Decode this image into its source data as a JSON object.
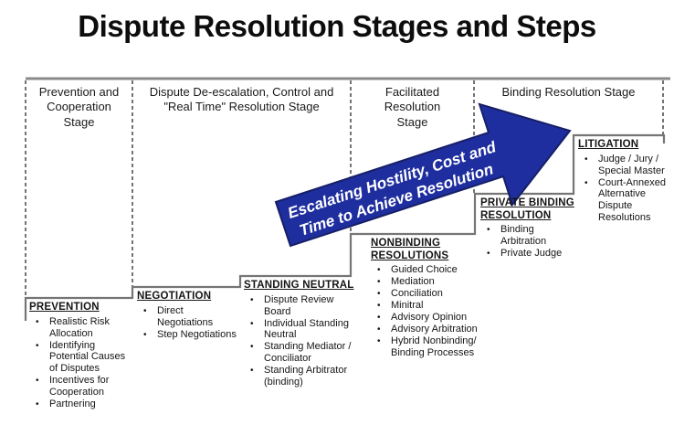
{
  "title": "Dispute Resolution Stages and Steps",
  "glyphs": {
    "bullet": "•"
  },
  "stages": [
    {
      "label": "Prevention and Cooperation Stage"
    },
    {
      "label": "Dispute De-escalation, Control and \"Real Time\" Resolution Stage"
    },
    {
      "label": "Facilitated Resolution Stage"
    },
    {
      "label": "Binding Resolution Stage"
    }
  ],
  "arrow": {
    "label_line1": "Escalating Hostility, Cost and",
    "label_line2": "Time to Achieve Resolution",
    "fill_color": "#1F2E9E"
  },
  "steps": [
    {
      "title": "PREVENTION",
      "items": [
        "Realistic Risk Allocation",
        "Identifying Potential Causes of Disputes",
        "Incentives for Cooperation",
        "Partnering"
      ]
    },
    {
      "title": "NEGOTIATION",
      "items": [
        "Direct Negotiations",
        "Step Negotiations"
      ]
    },
    {
      "title": "STANDING NEUTRAL",
      "items": [
        "Dispute Review Board",
        "Individual Standing Neutral",
        "Standing Mediator / Conciliator",
        "Standing Arbitrator (binding)"
      ]
    },
    {
      "title": "NONBINDING RESOLUTIONS",
      "items": [
        "Guided Choice",
        "Mediation",
        "Conciliation",
        "Minitral",
        "Advisory Opinion",
        "Advisory Arbitration",
        "Hybrid Nonbinding/ Binding Processes"
      ]
    },
    {
      "title": "PRIVATE BINDING RESOLUTION",
      "items": [
        "Binding Arbitration",
        "Private Judge"
      ]
    },
    {
      "title": "LITIGATION",
      "items": [
        "Judge / Jury / Special Master",
        "Court-Annexed Alternative Dispute Resolutions"
      ]
    }
  ],
  "colors": {
    "arrow_blue": "#1F2E9E",
    "arrow_edge": "#161F66",
    "arrow_text": "#FFFFFF",
    "line_gray": "#757575",
    "header_line_gray": "#8A8A8A",
    "text_black": "#111111"
  }
}
